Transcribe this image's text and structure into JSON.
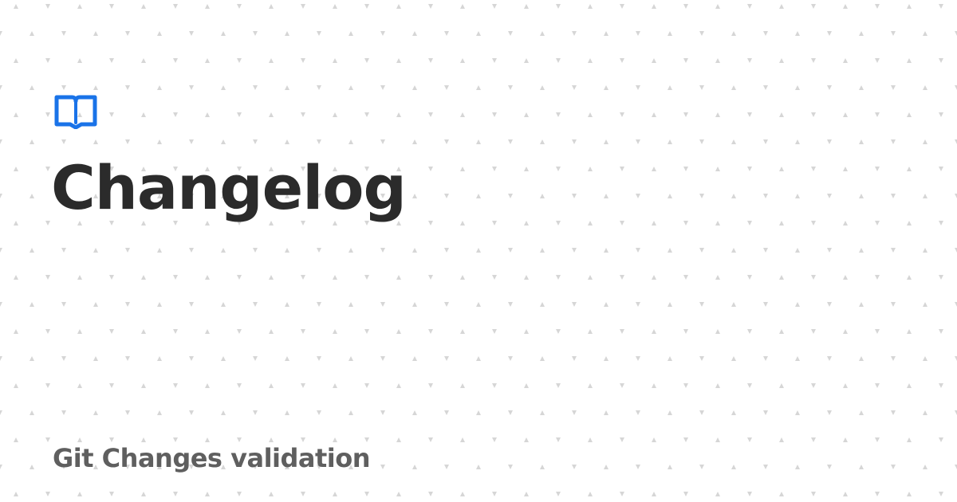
{
  "page": {
    "title": "Changelog",
    "subtitle": "Git Changes validation"
  },
  "icons": {
    "logo": "open-book-icon",
    "pattern": "triangle-dot"
  },
  "colors": {
    "background": "#ffffff",
    "accent": "#1a73e8",
    "title": "#2b2b2b",
    "subtitle": "#5f5f5f",
    "pattern": "#d6d6d6"
  }
}
